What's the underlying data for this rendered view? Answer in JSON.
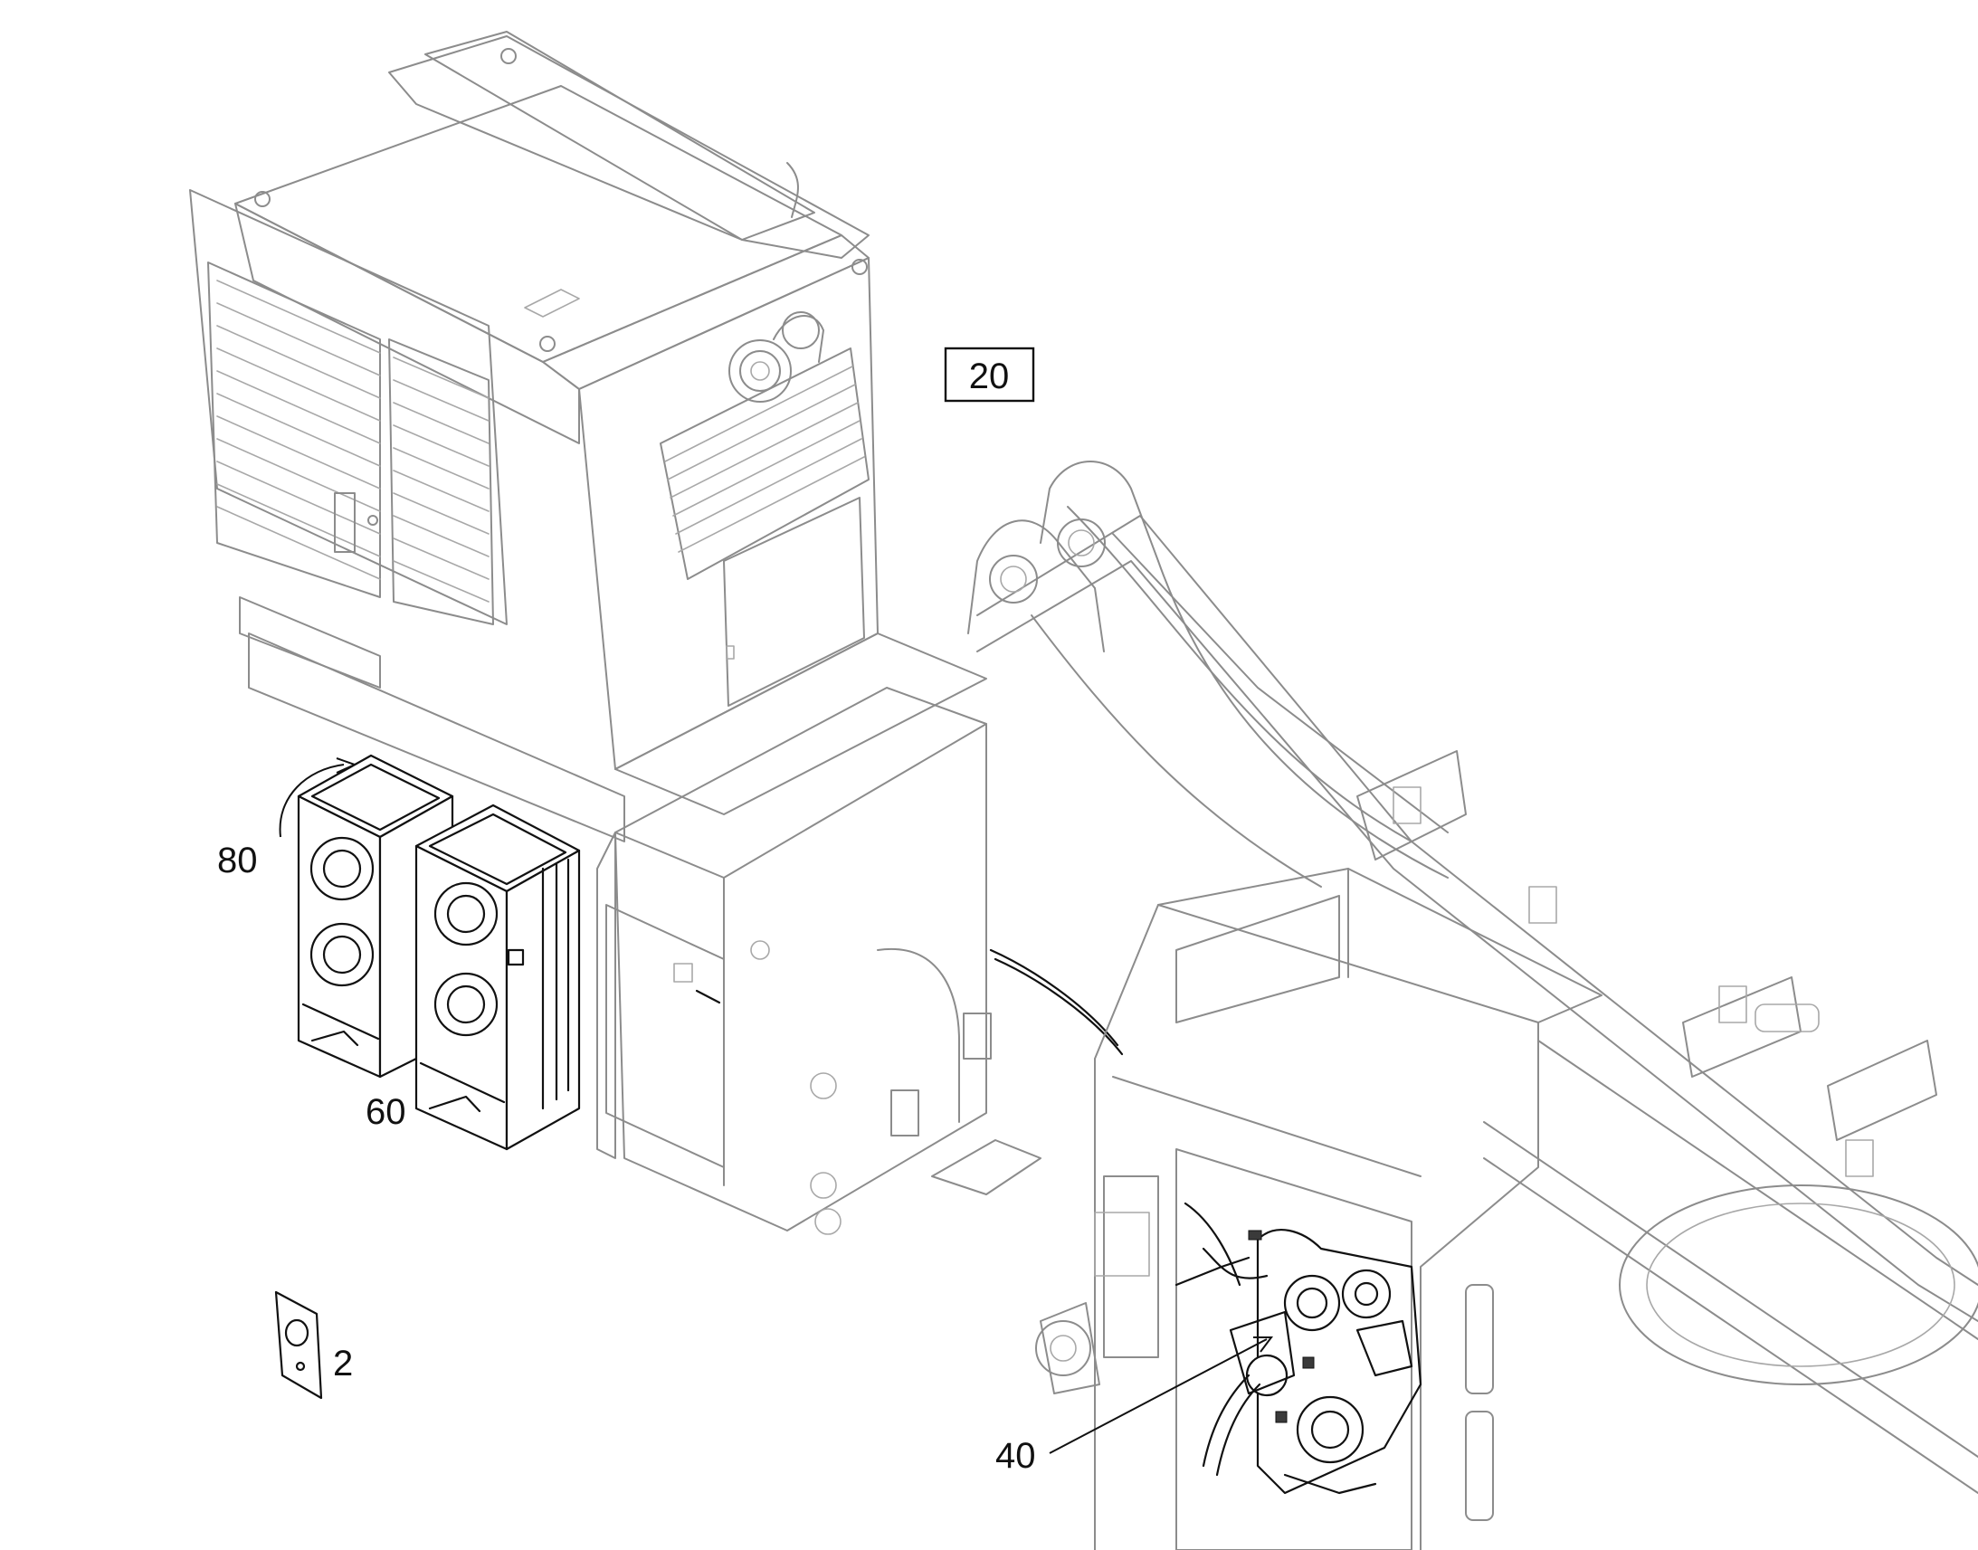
{
  "callouts": {
    "boxed": {
      "label": "20"
    },
    "c80": {
      "label": "80"
    },
    "c60": {
      "label": "60"
    },
    "c2": {
      "label": "2"
    },
    "c40": {
      "label": "40"
    }
  },
  "colors": {
    "background": "#ffffff",
    "line_gray": "#8c8c8c",
    "line_black": "#111111"
  }
}
